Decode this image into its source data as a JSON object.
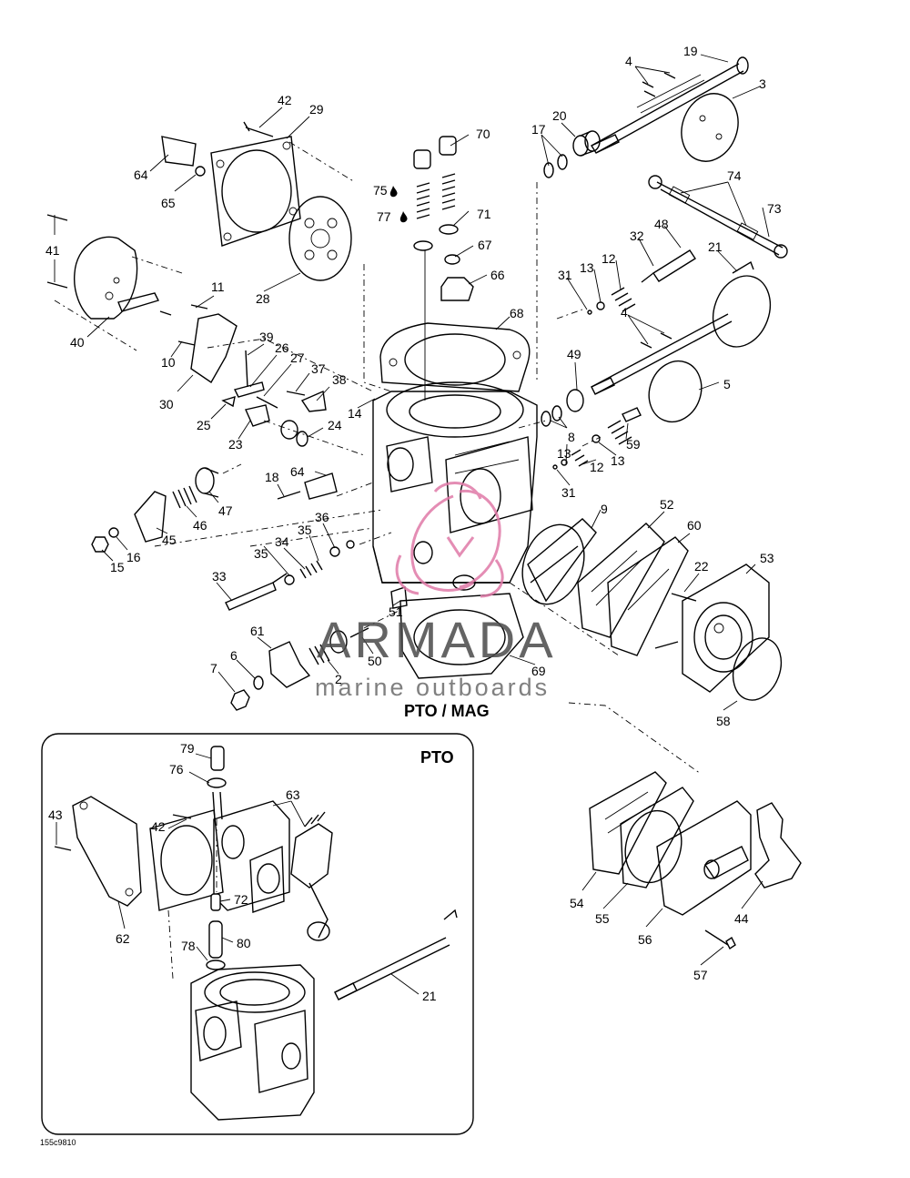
{
  "section_main": "PTO / MAG",
  "section_inset": "PTO",
  "drawing_code": "155c9810",
  "watermark": {
    "brand": "ARMADA",
    "tagline": "marine outboards",
    "logo_color": "#e07aa8"
  },
  "labels": {
    "l19": "19",
    "l3": "3",
    "l4a": "4",
    "l42": "42",
    "l29": "29",
    "l70": "70",
    "l17": "17",
    "l20": "20",
    "l64a": "64",
    "l65": "65",
    "l75": "75",
    "l77": "77",
    "l71": "71",
    "l74": "74",
    "l73": "73",
    "l41": "41",
    "l67": "67",
    "l48": "48",
    "l32": "32",
    "l21a": "21",
    "l28": "28",
    "l66": "66",
    "l11": "11",
    "l31a": "31",
    "l13a": "13",
    "l12a": "12",
    "l68": "68",
    "l4b": "4",
    "l40": "40",
    "l10": "10",
    "l39": "39",
    "l26": "26",
    "l27": "27",
    "l37": "37",
    "l38": "38",
    "l49": "49",
    "l5": "5",
    "l30": "30",
    "l14": "14",
    "l25": "25",
    "l24": "24",
    "l8": "8",
    "l59": "59",
    "l23": "23",
    "l13b": "13",
    "l12b": "12",
    "l13c": "13",
    "l18": "18",
    "l64b": "64",
    "l31b": "31",
    "l47": "47",
    "l46": "46",
    "l9": "9",
    "l52": "52",
    "l60": "60",
    "l45": "45",
    "l36": "36",
    "l35a": "35",
    "l16": "16",
    "l15": "15",
    "l35b": "35",
    "l34": "34",
    "l53": "53",
    "l22": "22",
    "l33": "33",
    "l51": "51",
    "l61": "61",
    "l50": "50",
    "l6": "6",
    "l7": "7",
    "l2": "2",
    "l69": "69",
    "l58": "58",
    "l79": "79",
    "l76": "76",
    "l63": "63",
    "l43": "43",
    "l42b": "42",
    "l72": "72",
    "l62": "62",
    "l78": "78",
    "l80": "80",
    "l21b": "21",
    "l54": "54",
    "l55": "55",
    "l56": "56",
    "l44": "44",
    "l57": "57"
  }
}
